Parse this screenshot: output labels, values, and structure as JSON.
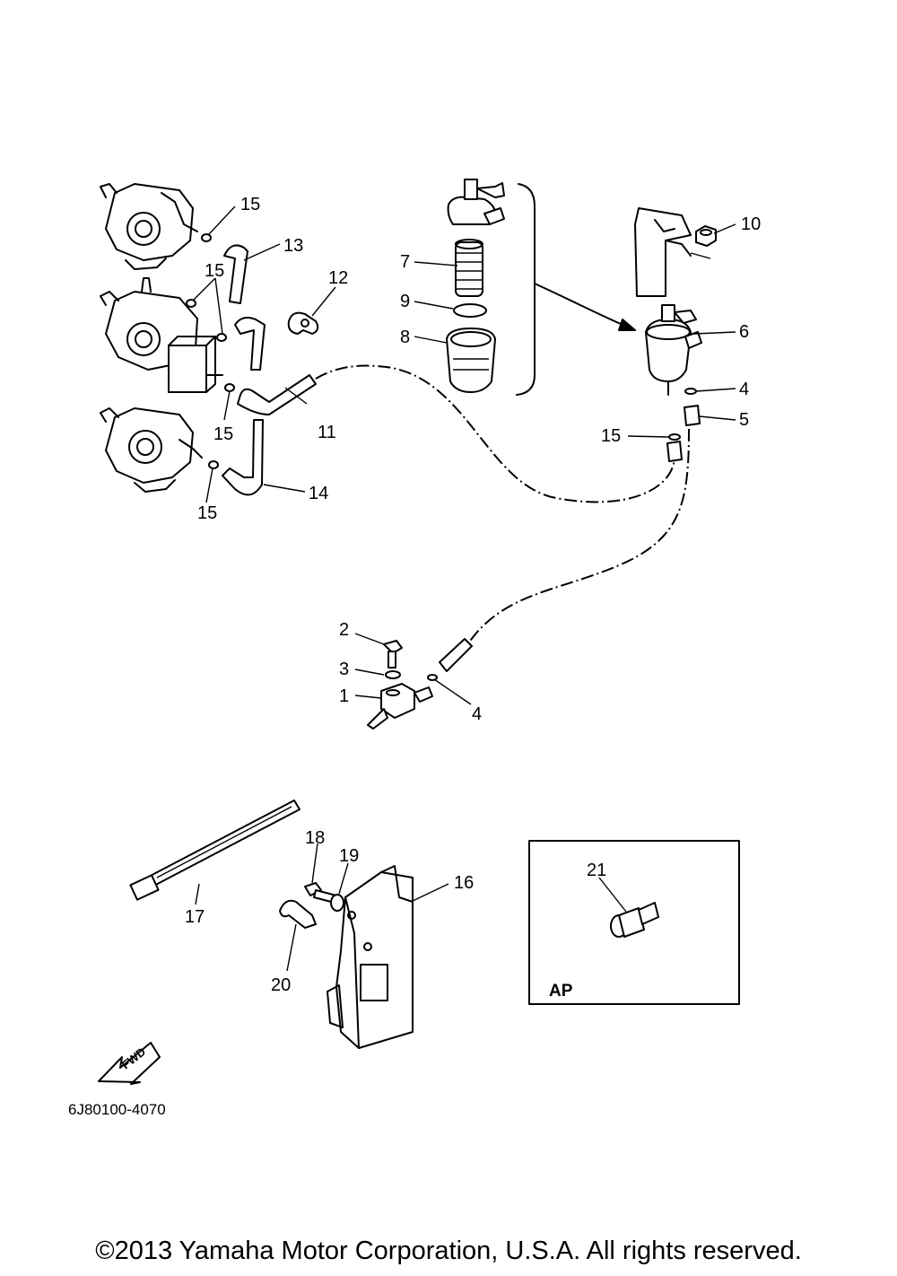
{
  "diagram": {
    "part_code": "6J80100-4070",
    "fwd_label": "FWD",
    "inset_label": "AP",
    "callouts": {
      "c1": "1",
      "c2": "2",
      "c3": "3",
      "c4a": "4",
      "c4b": "4",
      "c5": "5",
      "c6": "6",
      "c7": "7",
      "c8": "8",
      "c9": "9",
      "c10": "10",
      "c11": "11",
      "c12": "12",
      "c13": "13",
      "c14": "14",
      "c15a": "15",
      "c15b": "15",
      "c15c": "15",
      "c15d": "15",
      "c15e": "15",
      "c16": "16",
      "c17": "17",
      "c18": "18",
      "c19": "19",
      "c20": "20",
      "c21": "21"
    }
  },
  "footer": {
    "copyright": "©2013 Yamaha Motor Corporation, U.S.A. All rights reserved."
  }
}
